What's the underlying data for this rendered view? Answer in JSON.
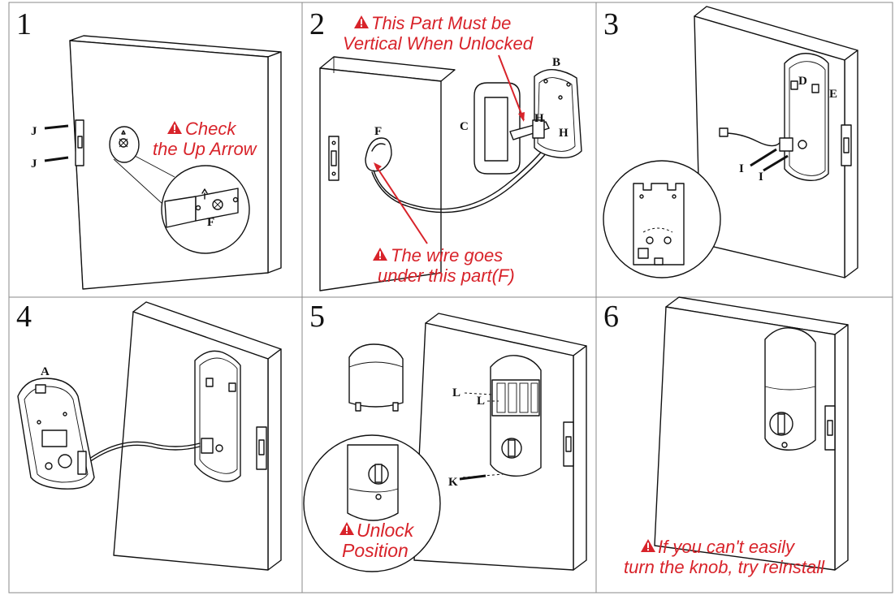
{
  "steps": [
    {
      "number": "1",
      "parts": [
        "J",
        "J",
        "F"
      ],
      "warning_line1": "Check",
      "warning_line2": "the Up Arrow"
    },
    {
      "number": "2",
      "parts": [
        "B",
        "C",
        "F",
        "H",
        "H"
      ],
      "top_warning_line1": "This Part Must be",
      "top_warning_line2": "Vertical When Unlocked",
      "bottom_warning_line1": "The wire goes",
      "bottom_warning_line2": "under this part(F)"
    },
    {
      "number": "3",
      "parts": [
        "D",
        "E",
        "I",
        "I"
      ]
    },
    {
      "number": "4",
      "parts": [
        "A"
      ]
    },
    {
      "number": "5",
      "parts": [
        "L",
        "L",
        "K"
      ],
      "warning_line1": "Unlock",
      "warning_line2": "Position"
    },
    {
      "number": "6",
      "warning_line1": "If you can't easily",
      "warning_line2": "turn the knob,  try reinstall"
    }
  ],
  "colors": {
    "warning_text": "#d8232a",
    "line_art": "#111111",
    "grid": "#888888"
  },
  "icons": [
    "warning-triangle-icon"
  ]
}
